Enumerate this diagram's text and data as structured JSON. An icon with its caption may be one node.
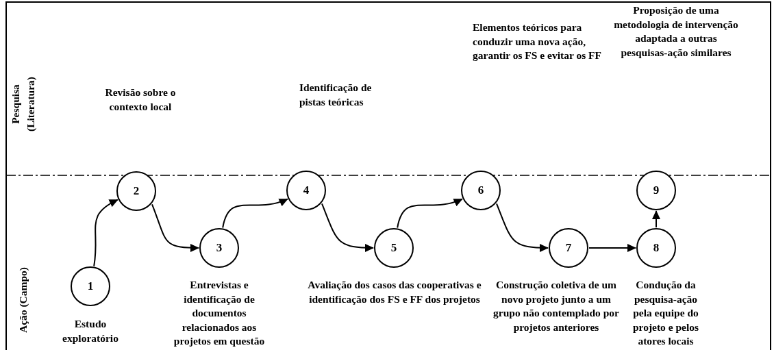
{
  "diagram": {
    "nodes": [
      {
        "text": [
          "1"
        ],
        "beside": [
          "Estudo exploratório"
        ]
      },
      {
        "text": [
          "2"
        ]
      },
      {
        "text": [
          "3"
        ],
        "beside": [
          "Entrevistas e identificação de documentos relacionados aos projetos em questão"
        ]
      },
      {
        "text": [
          "4"
        ]
      },
      {
        "text": [
          "5"
        ],
        "beside": [
          "Avaliação dos casos das cooperativas e identificação dos FS e FF dos projetos"
        ]
      },
      {
        "text": [
          "6"
        ]
      },
      {
        "text": [
          "7"
        ],
        "beside": [
          "Construção coletiva de um novo projeto junto a um grupo não contemplado por projetos anteriores"
        ]
      },
      {
        "text": [
          "8"
        ],
        "beside": [
          "Condução da pesquisa-ação pela equipe do projeto e pelos atores locais"
        ]
      },
      {
        "text": [
          "9"
        ]
      }
    ],
    "edges": [
      {
        "from": 0,
        "to": 1,
        "arrow": "to"
      },
      {
        "from": 1,
        "to": 2,
        "arrow": "to"
      },
      {
        "from": 2,
        "to": 3,
        "arrow": "to"
      },
      {
        "from": 3,
        "to": 4,
        "arrow": "to"
      },
      {
        "from": 4,
        "to": 5,
        "arrow": "to"
      },
      {
        "from": 5,
        "to": 6,
        "arrow": "to"
      },
      {
        "from": 6,
        "to": 7,
        "arrow": "to"
      },
      {
        "from": 7,
        "to": 8,
        "arrow": "to"
      }
    ],
    "labels": [
      "Pesquisa (Literatura)",
      "Revisão sobre o contexto local",
      "Identificação de pistas teóricas",
      "Elementos teóricos para conduzir uma nova ação, garantir os FS e evitar os FF",
      "Proposição de uma metodologia de intervenção adaptada a outras pesquisas-ação similares",
      "Ação (Campo)"
    ]
  }
}
